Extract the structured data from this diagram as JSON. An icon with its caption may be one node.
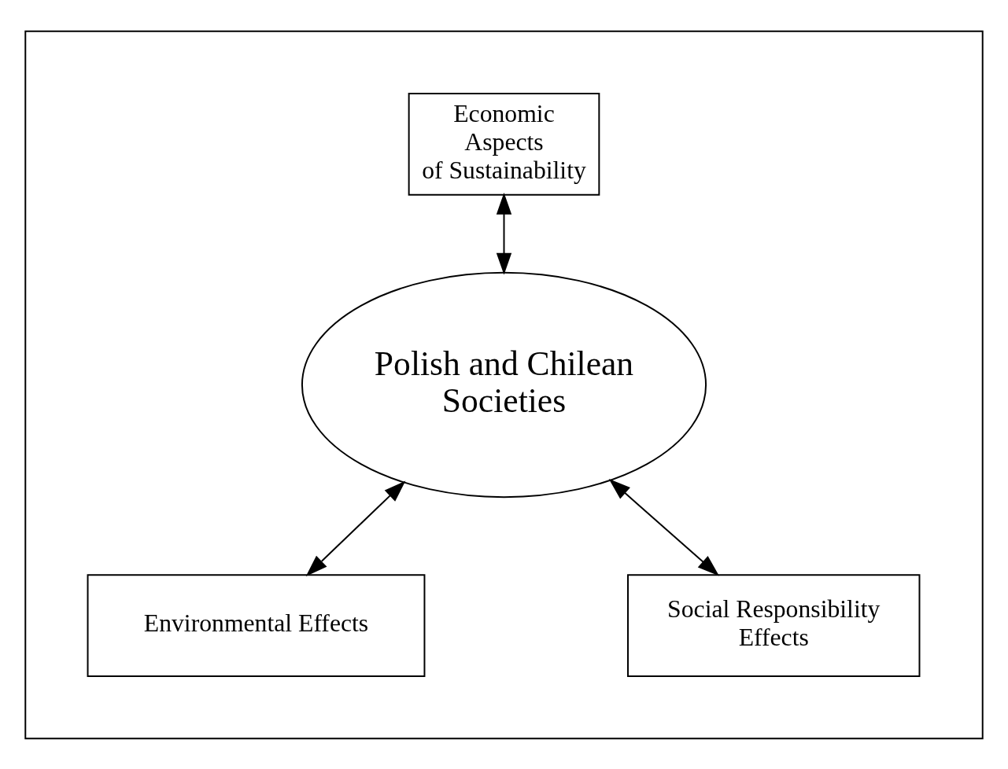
{
  "diagram": {
    "nodes": [
      {
        "text": [],
        "shape": "triangle"
      },
      {
        "text": [
          "Economic Aspects of Sustainability"
        ],
        "in": 0
      },
      {
        "text": [
          "Polish and Chilean Societies"
        ],
        "in": 0
      },
      {
        "text": [
          "Environmental Effects"
        ],
        "in": 0
      },
      {
        "text": [
          "Social Responsibility Effects"
        ],
        "in": 0
      }
    ],
    "edges": [
      {
        "from": 1,
        "to": 2,
        "arrow": "both"
      },
      {
        "from": 2,
        "to": 3,
        "arrow": "both"
      },
      {
        "from": 2,
        "to": 4,
        "arrow": "both"
      }
    ]
  }
}
